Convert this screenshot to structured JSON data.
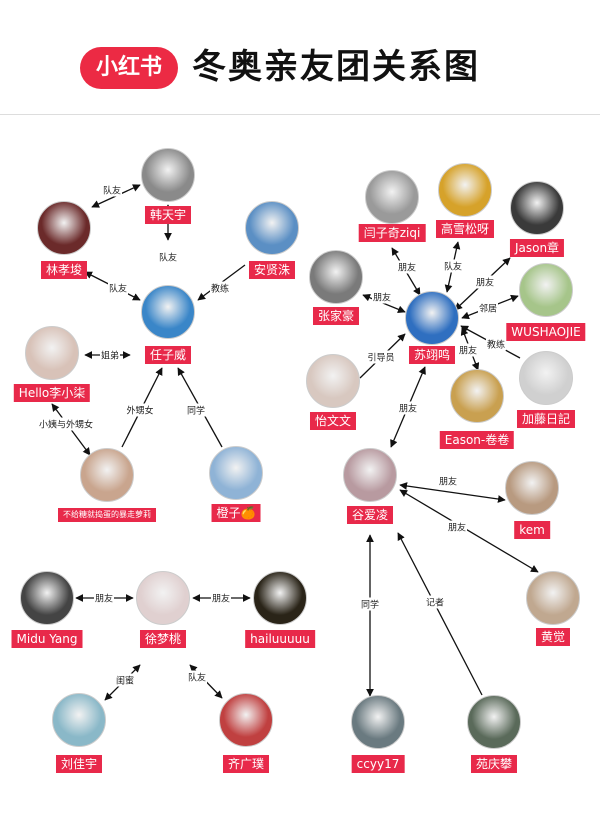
{
  "header": {
    "logo": "小红书",
    "title": "冬奥亲友团关系图"
  },
  "colors": {
    "label_bg": "#e8294a",
    "brand": "#ec2a44"
  },
  "nodes": [
    {
      "name": "韩天宇",
      "color": "#8a8a8a"
    },
    {
      "name": "林孝埈",
      "color": "#6b2a2a"
    },
    {
      "name": "安贤洙",
      "color": "#5b8fc4"
    },
    {
      "name": "任子威",
      "color": "#3a86c8"
    },
    {
      "name": "Hello李小柒",
      "color": "#d8c2b8"
    },
    {
      "name": "不给糖就捣蛋的暴走萝莉",
      "color": "#c9a58e"
    },
    {
      "name": "橙子🍊",
      "color": "#8fb3d6"
    },
    {
      "name": "闫子奇ziqi",
      "color": "#9a9a9a"
    },
    {
      "name": "高雪松呀",
      "color": "#d6a22a"
    },
    {
      "name": "Jason章",
      "color": "#3a3a3a"
    },
    {
      "name": "张家豪",
      "color": "#7a7a7a"
    },
    {
      "name": "苏翊鸣",
      "color": "#2f6fc0"
    },
    {
      "name": "WUSHAOJIE",
      "color": "#a6c58a"
    },
    {
      "name": "怡文文",
      "color": "#d8c8c0"
    },
    {
      "name": "Eason-卷卷",
      "color": "#c9a050"
    },
    {
      "name": "加藤日記",
      "color": "#d0d0d0"
    },
    {
      "name": "谷爱凌",
      "color": "#b89aa0"
    },
    {
      "name": "kem",
      "color": "#b89a80"
    },
    {
      "name": "黄觉",
      "color": "#c0a890"
    },
    {
      "name": "Midu Yang",
      "color": "#444444"
    },
    {
      "name": "徐梦桃",
      "color": "#e0d0d0"
    },
    {
      "name": "hailuuuuu",
      "color": "#2a2418"
    },
    {
      "name": "刘佳宇",
      "color": "#8ab8c8"
    },
    {
      "name": "齐广璞",
      "color": "#c04040"
    },
    {
      "name": "ccyy17",
      "color": "#6a7a80"
    },
    {
      "name": "苑庆攀",
      "color": "#5a6a5a"
    }
  ],
  "edges": [
    "队友",
    "队友",
    "队友",
    "教练",
    "姐弟",
    "小姨与外甥女",
    "外甥女",
    "同学",
    "朋友",
    "队友",
    "朋友",
    "朋友",
    "邻居",
    "引导员",
    "朋友",
    "教练",
    "朋友",
    "朋友",
    "朋友",
    "同学",
    "记者",
    "朋友",
    "朋友",
    "闺蜜",
    "队友"
  ]
}
